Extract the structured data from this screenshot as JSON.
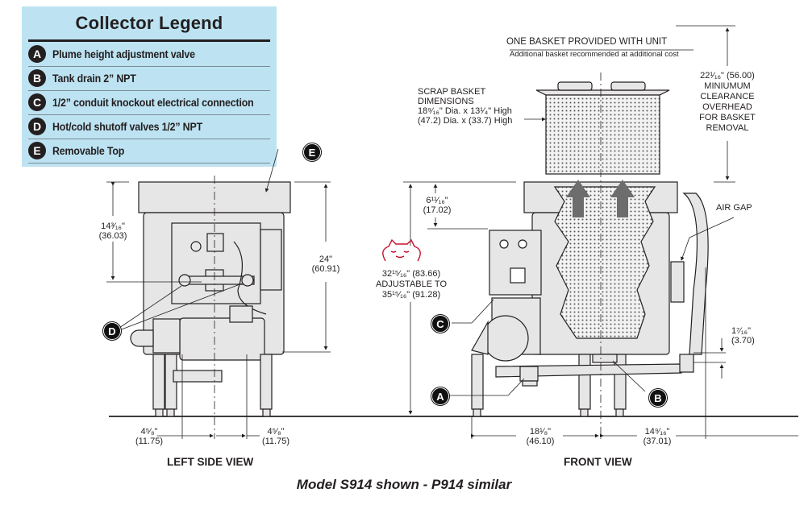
{
  "legend": {
    "title": "Collector Legend",
    "items": [
      {
        "key": "A",
        "text": "Plume height adjustment valve"
      },
      {
        "key": "B",
        "text": "Tank drain 2” NPT"
      },
      {
        "key": "C",
        "text": "1/2” conduit knockout electrical connection"
      },
      {
        "key": "D",
        "text": "Hot/cold shutoff valves 1/2” NPT"
      },
      {
        "key": "E",
        "text": "Removable Top"
      }
    ]
  },
  "basket": {
    "heading": "ONE BASKET PROVIDED WITH UNIT",
    "subheading": "Additional basket recommended at additional cost",
    "dims_title_1": "SCRAP BASKET",
    "dims_title_2": "DIMENSIONS",
    "dims_imperial": "18⁹⁄₁₆\" Dia. x 13¹⁄₄\" High",
    "dims_metric": "(47.2) Dia. x (33.7) High"
  },
  "clearance": {
    "value": "22¹⁄₁₆\" (56.00)",
    "lines": [
      "MINIUMUM",
      "CLEARANCE",
      "OVERHEAD",
      "FOR BASKET",
      "REMOVAL"
    ]
  },
  "dimensions": {
    "left_top_height": {
      "imperial": "14³⁄₁₆\"",
      "metric": "(36.03)"
    },
    "left_total_height": {
      "imperial": "24\"",
      "metric": "(60.91)"
    },
    "left_offset_1": {
      "imperial": "4⁵⁄₈\"",
      "metric": "(11.75)"
    },
    "left_offset_2": {
      "imperial": "4⁵⁄₈\"",
      "metric": "(11.75)"
    },
    "front_top": {
      "imperial": "6¹¹⁄₁₆\"",
      "metric": "(17.02)"
    },
    "front_height": {
      "line1": "32¹⁵⁄₁₆\" (83.66)",
      "line2": "ADJUSTABLE TO",
      "line3": "35¹⁵⁄₁₆\" (91.28)"
    },
    "front_width_left": {
      "imperial": "18¹⁄₈\"",
      "metric": "(46.10)"
    },
    "front_width_right": {
      "imperial": "14⁹⁄₁₆\"",
      "metric": "(37.01)"
    },
    "drain_gap": {
      "imperial": "1⁷⁄₁₆\"",
      "metric": "(3.70)"
    }
  },
  "labels": {
    "air_gap": "AIR GAP",
    "left_view": "LEFT SIDE VIEW",
    "front_view": "FRONT VIEW",
    "caption": "Model S914 shown - P914 similar"
  },
  "callouts": {
    "a": "A",
    "b": "B",
    "c": "C",
    "d": "D",
    "e": "E"
  },
  "colors": {
    "legend_bg": "#bde3f2",
    "machine_fill": "#e6e6e6",
    "arrow": "#6d6d6d",
    "mascot": "#c8102e"
  }
}
